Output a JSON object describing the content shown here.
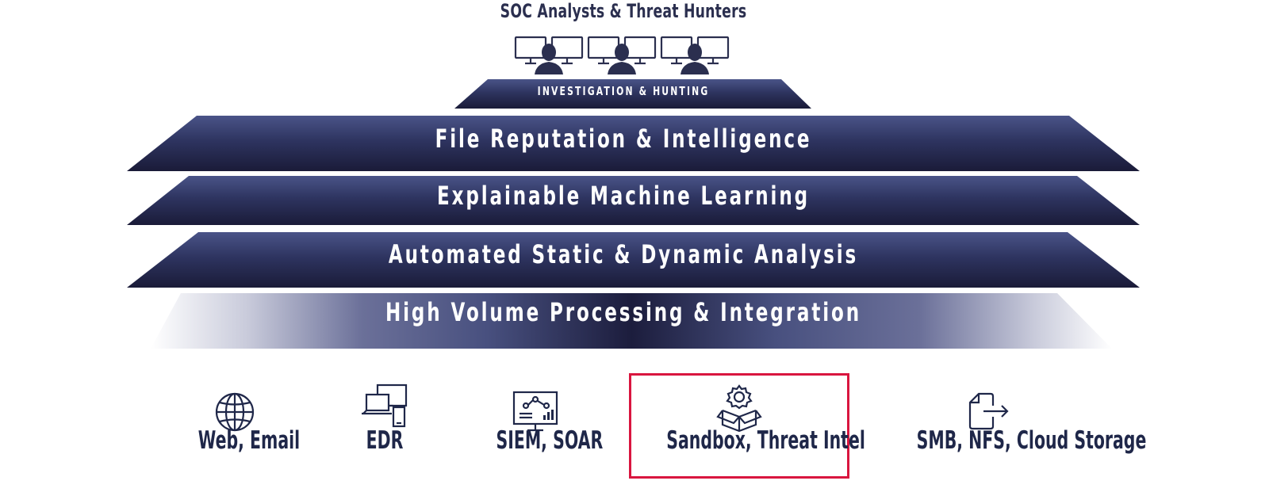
{
  "header": {
    "title": "SOC Analysts & Threat Hunters"
  },
  "layers": [
    {
      "id": "investigation",
      "label": "INVESTIGATION & HUNTING"
    },
    {
      "id": "file",
      "label": "File Reputation & Intelligence"
    },
    {
      "id": "ml",
      "label": "Explainable Machine Learning"
    },
    {
      "id": "auto",
      "label": "Automated Static & Dynamic Analysis"
    },
    {
      "id": "hv",
      "label": "High Volume Processing & Integration"
    }
  ],
  "sources": [
    {
      "label": "Web, Email",
      "icon": "globe-icon"
    },
    {
      "label": "EDR",
      "icon": "devices-icon"
    },
    {
      "label": "SIEM, SOAR",
      "icon": "monitor-chart-icon"
    },
    {
      "label": "Sandbox, Threat Intel",
      "icon": "gear-box-icon",
      "highlighted": true
    },
    {
      "label": "SMB, NFS, Cloud Storage",
      "icon": "file-export-icon"
    }
  ],
  "colors": {
    "band_dark": "#1c1d3d",
    "band_light": "#4a5488",
    "text_dark": "#1f2749",
    "highlight": "#d9163f"
  }
}
